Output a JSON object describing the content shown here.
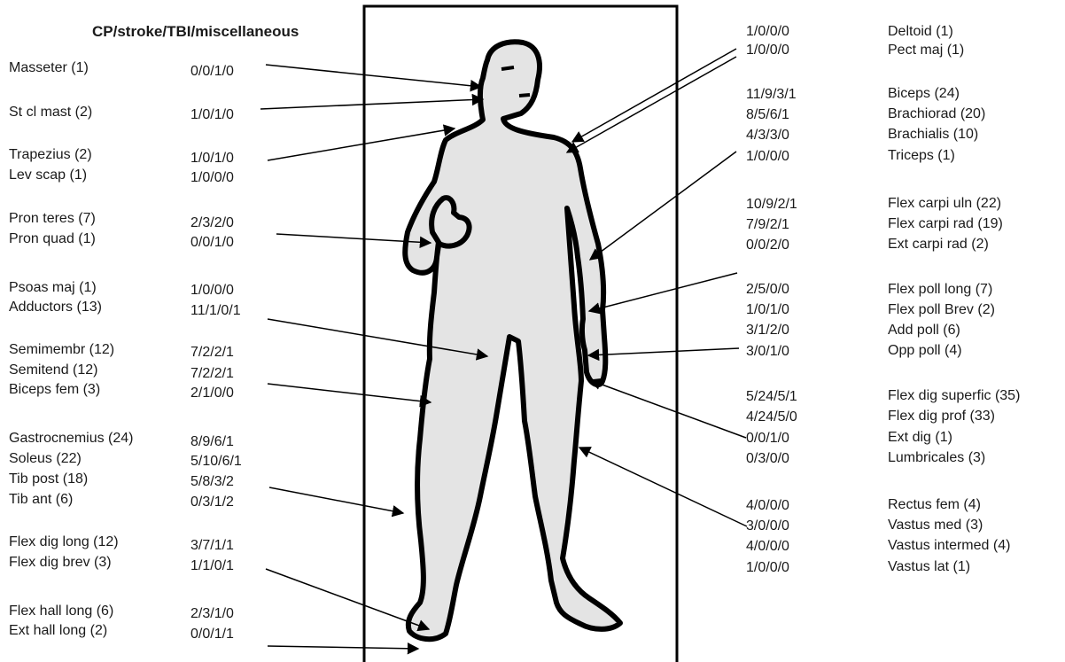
{
  "title": "CP/stroke/TBI/miscellaneous",
  "left_labels": [
    {
      "muscle": "Masseter (1)",
      "counts": "0/0/1/0"
    },
    {
      "muscle": "St cl mast (2)",
      "counts": "1/0/1/0"
    },
    {
      "muscle": "Trapezius (2)",
      "counts": "1/0/1/0"
    },
    {
      "muscle": "Lev scap (1)",
      "counts": "1/0/0/0"
    },
    {
      "muscle": "Pron teres (7)",
      "counts": "2/3/2/0"
    },
    {
      "muscle": "Pron quad (1)",
      "counts": "0/0/1/0"
    },
    {
      "muscle": "Psoas maj (1)",
      "counts": "1/0/0/0"
    },
    {
      "muscle": "Adductors (13)",
      "counts": "11/1/0/1"
    },
    {
      "muscle": "Semimembr (12)",
      "counts": "7/2/2/1"
    },
    {
      "muscle": "Semitend (12)",
      "counts": "7/2/2/1"
    },
    {
      "muscle": "Biceps fem (3)",
      "counts": "2/1/0/0"
    },
    {
      "muscle": "Gastrocnemius (24)",
      "counts": "8/9/6/1"
    },
    {
      "muscle": "Soleus (22)",
      "counts": "5/10/6/1"
    },
    {
      "muscle": "Tib post (18)",
      "counts": "5/8/3/2"
    },
    {
      "muscle": "Tib ant (6)",
      "counts": "0/3/1/2"
    },
    {
      "muscle": "Flex dig long (12)",
      "counts": "3/7/1/1"
    },
    {
      "muscle": "Flex dig brev (3)",
      "counts": "1/1/0/1"
    },
    {
      "muscle": "Flex hall long (6)",
      "counts": "2/3/1/0"
    },
    {
      "muscle": "Ext hall long (2)",
      "counts": "0/0/1/1"
    }
  ],
  "right_labels": [
    {
      "muscle": "Deltoid (1)",
      "counts": "1/0/0/0"
    },
    {
      "muscle": "Pect maj (1)",
      "counts": "1/0/0/0"
    },
    {
      "muscle": "Biceps (24)",
      "counts": "11/9/3/1"
    },
    {
      "muscle": "Brachiorad (20)",
      "counts": "8/5/6/1"
    },
    {
      "muscle": "Brachialis (10)",
      "counts": "4/3/3/0"
    },
    {
      "muscle": "Triceps (1)",
      "counts": "1/0/0/0"
    },
    {
      "muscle": "Flex carpi uln (22)",
      "counts": "10/9/2/1"
    },
    {
      "muscle": "Flex carpi rad (19)",
      "counts": "7/9/2/1"
    },
    {
      "muscle": "Ext carpi rad (2)",
      "counts": "0/0/2/0"
    },
    {
      "muscle": "Flex poll long (7)",
      "counts": "2/5/0/0"
    },
    {
      "muscle": "Flex poll Brev (2)",
      "counts": "1/0/1/0"
    },
    {
      "muscle": "Add poll (6)",
      "counts": "3/1/2/0"
    },
    {
      "muscle": "Opp poll (4)",
      "counts": "3/0/1/0"
    },
    {
      "muscle": "Flex dig superfic (35)",
      "counts": "5/24/5/1"
    },
    {
      "muscle": "Flex dig prof (33)",
      "counts": "4/24/5/0"
    },
    {
      "muscle": "Ext dig (1)",
      "counts": "0/0/1/0"
    },
    {
      "muscle": "Lumbricales (3)",
      "counts": "0/3/0/0"
    },
    {
      "muscle": "Rectus fem (4)",
      "counts": "4/0/0/0"
    },
    {
      "muscle": "Vastus med (3)",
      "counts": "3/0/0/0"
    },
    {
      "muscle": "Vastus intermed (4)",
      "counts": "4/0/0/0"
    },
    {
      "muscle": "Vastus lat (1)",
      "counts": "1/0/0/0"
    }
  ]
}
